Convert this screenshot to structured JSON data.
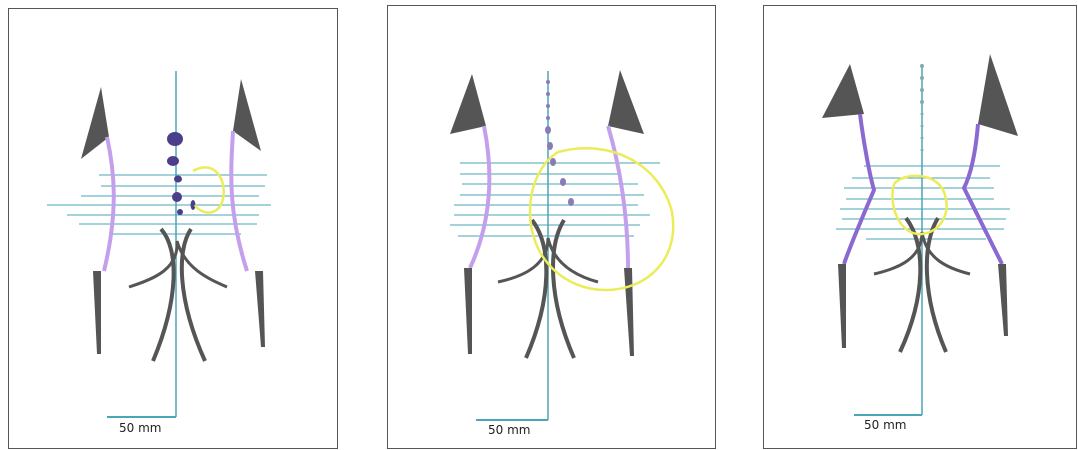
{
  "panels": [
    {
      "scale_label": "50 mm"
    },
    {
      "scale_label": "50 mm"
    },
    {
      "scale_label": "50 mm"
    }
  ],
  "colors": {
    "axis": "#4aa6b5",
    "body_outline": "#555555",
    "flank_highlight": "#b58be0",
    "lesion_dot": "#4b3f8c",
    "region_circle": "#ecec5a"
  }
}
